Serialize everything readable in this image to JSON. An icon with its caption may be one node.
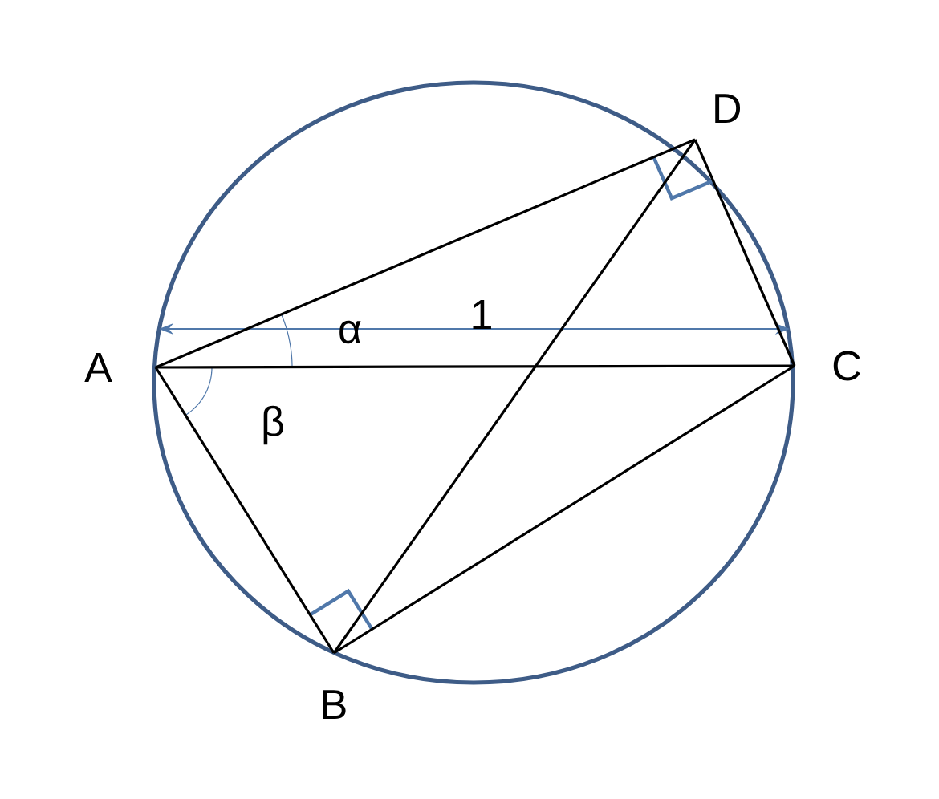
{
  "diagram": {
    "nodes": [
      {
        "text": [
          "A"
        ]
      },
      {
        "text": [
          "B"
        ]
      },
      {
        "text": [
          "C"
        ]
      },
      {
        "text": [
          "D"
        ]
      }
    ],
    "edges": [
      {
        "from": 0,
        "to": 3,
        "arrow": "none"
      },
      {
        "from": 3,
        "to": 2,
        "arrow": "none"
      },
      {
        "from": 0,
        "to": 2,
        "arrow": "none"
      },
      {
        "from": 0,
        "to": 1,
        "arrow": "none"
      },
      {
        "from": 1,
        "to": 2,
        "arrow": "none"
      },
      {
        "from": 1,
        "to": 3,
        "arrow": "none"
      }
    ],
    "labels": [
      "α",
      "β",
      "1"
    ]
  }
}
